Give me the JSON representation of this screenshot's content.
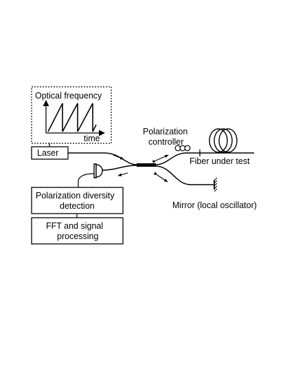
{
  "diagram": {
    "inset": {
      "title": "Optical frequency",
      "axis_label": "time"
    },
    "boxes": {
      "laser": "Laser",
      "detection_line1": "Polarization diversity",
      "detection_line2": "detection",
      "processing_line1": "FFT and signal",
      "processing_line2": "processing"
    },
    "labels": {
      "polarization_controller_line1": "Polarization",
      "polarization_controller_line2": "controller",
      "fiber_under_test": "Fiber under test",
      "mirror": "Mirror (local oscillator)"
    },
    "colors": {
      "stroke": "#000000",
      "background": "#ffffff"
    }
  }
}
